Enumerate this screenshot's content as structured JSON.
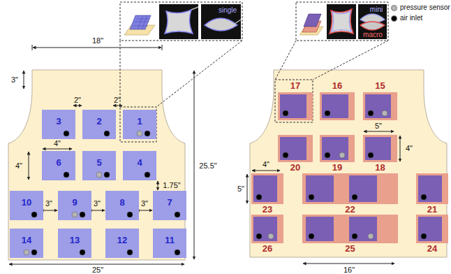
{
  "diagram": {
    "nodes": [
      {
        "text": [
          "3"
        ]
      },
      {
        "text": [
          "2"
        ]
      },
      {
        "text": [
          "1"
        ]
      },
      {
        "text": [
          "6"
        ]
      },
      {
        "text": [
          "5"
        ]
      },
      {
        "text": [
          "4"
        ]
      },
      {
        "text": [
          "10"
        ]
      },
      {
        "text": [
          "9"
        ]
      },
      {
        "text": [
          "8"
        ]
      },
      {
        "text": [
          "7"
        ]
      },
      {
        "text": [
          "14"
        ]
      },
      {
        "text": [
          "13"
        ]
      },
      {
        "text": [
          "12"
        ]
      },
      {
        "text": [
          "11"
        ]
      },
      {
        "text": [
          "17"
        ]
      },
      {
        "text": [
          "16"
        ]
      },
      {
        "text": [
          "15"
        ]
      },
      {
        "text": [
          "20"
        ]
      },
      {
        "text": [
          "19"
        ]
      },
      {
        "text": [
          "18"
        ]
      },
      {
        "text": [
          "23"
        ]
      },
      {
        "text": [
          "22"
        ]
      },
      {
        "text": [
          "21"
        ]
      },
      {
        "text": [
          "26"
        ]
      },
      {
        "text": [
          "25"
        ]
      },
      {
        "text": [
          "24"
        ]
      }
    ],
    "labels": [
      "18\"",
      "3\"",
      "2\"",
      "2\"",
      "25.5\"",
      "4\"",
      "4\"",
      "1.75\"",
      "3\"",
      "3\"",
      "3\"",
      "25\"",
      "5\"",
      "4\"",
      "4\"",
      "5\"",
      "16\"",
      "single",
      "mini",
      "macro"
    ],
    "legend": [
      {
        "text": "pressure sensor",
        "color": "#b5b5b5"
      },
      {
        "text": "air inlet",
        "color": "#000000"
      }
    ]
  }
}
